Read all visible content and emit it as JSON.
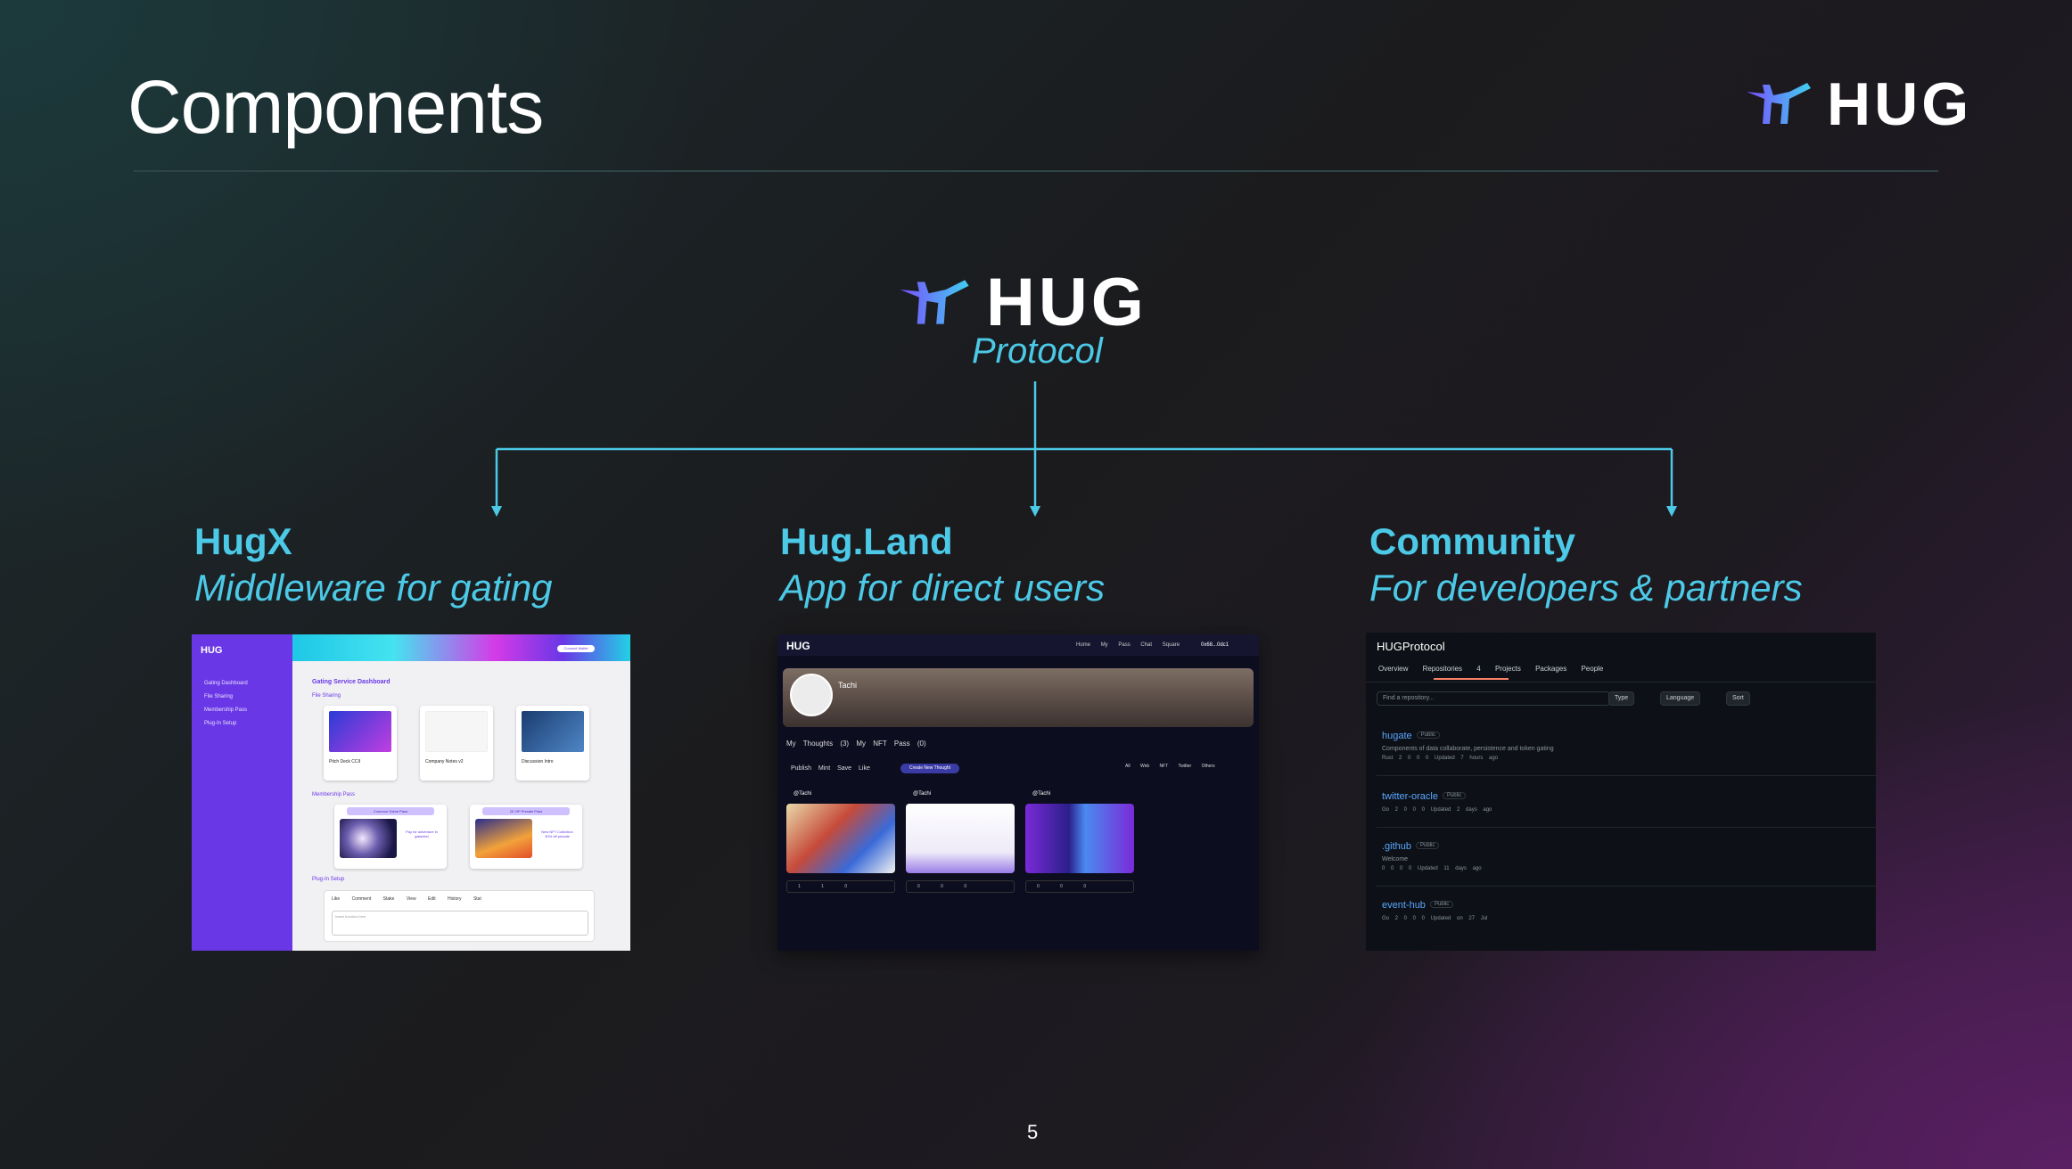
{
  "slide": {
    "title": "Components",
    "page_number": "5"
  },
  "brand": {
    "logo_text": "HUG",
    "subtitle": "Protocol",
    "accent_color": "#4cc9e6"
  },
  "columns": [
    {
      "title": "HugX",
      "subtitle": "Middleware for gating"
    },
    {
      "title": "Hug.Land",
      "subtitle": "App for direct users"
    },
    {
      "title": "Community",
      "subtitle": "For developers & partners"
    }
  ],
  "hugx_screen": {
    "logo": "HUG",
    "nav": [
      "Gating Dashboard",
      "File Sharing",
      "Membership Pass",
      "Plug-In Setup"
    ],
    "connect_button": "Connect Wallet",
    "heading": "Gating Service Dashboard",
    "sections": [
      "File Sharing",
      "Membership Pass",
      "Plug-In Setup"
    ],
    "files": [
      {
        "caption": "Pitch Deck CCII"
      },
      {
        "caption": "Company Notes v2"
      },
      {
        "caption": "Discussion Intro"
      }
    ],
    "passes": [
      {
        "tag": "Common Game Pass",
        "text": "Pay for adventure in galaxies!"
      },
      {
        "tag": "20 VIP Presale Pass",
        "text": "New NFT Collection 30% off presale"
      }
    ],
    "plugin_actions": [
      "Like",
      "Comment",
      "Stake",
      "View",
      "Edit",
      "History",
      "Stat"
    ],
    "plugin_placeholder": "Insert function here"
  },
  "hugland_screen": {
    "logo": "HUG",
    "nav_links": [
      "Home",
      "My",
      "Pass",
      "Chat",
      "Square"
    ],
    "wallet": "0x68...0dc1",
    "profile_name": "Tachi",
    "tabs": [
      "My Thoughts (3)",
      "My NFT Pass (0)"
    ],
    "subtabs": [
      "Publish",
      "Mint",
      "Save",
      "Like"
    ],
    "create_button": "Create New Thought",
    "filters": [
      "All",
      "Web",
      "NFT",
      "Twitter",
      "Others"
    ],
    "cards": [
      {
        "author": "@Tachi",
        "stats": [
          "1",
          "1",
          "0"
        ]
      },
      {
        "author": "@Tachi",
        "stats": [
          "0",
          "0",
          "0"
        ]
      },
      {
        "author": "@Tachi",
        "stats": [
          "0",
          "0",
          "0"
        ]
      }
    ]
  },
  "community_screen": {
    "org_name": "HUGProtocol",
    "tabs": [
      "Overview",
      "Repositories 4",
      "Projects",
      "Packages",
      "People"
    ],
    "search_placeholder": "Find a repository...",
    "selects": [
      "Type",
      "Language",
      "Sort"
    ],
    "repos": [
      {
        "name": "hugate",
        "visibility": "Public",
        "description": "Components of data collaborate, persistence and token gating",
        "meta": "Rust  2  0  0  0  Updated 7 hours ago"
      },
      {
        "name": "twitter-oracle",
        "visibility": "Public",
        "description": "",
        "meta": "Go  2  0  0  0  Updated 2 days ago"
      },
      {
        "name": ".github",
        "visibility": "Public",
        "description": "Welcome",
        "meta": "0  0  0  0  Updated 11 days ago"
      },
      {
        "name": "event-hub",
        "visibility": "Public",
        "description": "",
        "meta": "Go  2  0  0  0  Updated on 27 Jul"
      }
    ]
  }
}
